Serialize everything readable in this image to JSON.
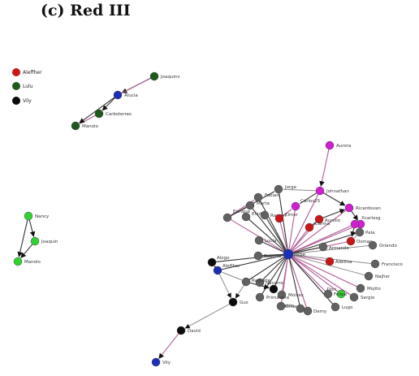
{
  "figure": {
    "title": "(c) Red III"
  },
  "legend": [
    {
      "label": "Aleffher",
      "color": "#c91616"
    },
    {
      "label": "Lulu",
      "color": "#1e5a1e"
    },
    {
      "label": "Vily",
      "color": "#0b0b0b"
    }
  ],
  "colors": {
    "grey": "#616161",
    "black": "#0d0d0d",
    "red": "#c91616",
    "magenta": "#cf1fcf",
    "blue": "#1c2fb8",
    "green": "#33d233",
    "darkgreen": "#1e5a1e",
    "edge_purple": "#b15a96",
    "edge_grey": "#8d8d8d",
    "edge_dark": "#333333"
  },
  "nodes": [
    {
      "id": "joaquinv",
      "label": "Joaquinv",
      "color": "darkgreen"
    },
    {
      "id": "alucia",
      "label": "Alucia",
      "color": "blue"
    },
    {
      "id": "carbsterres",
      "label": "Carbsterres",
      "color": "darkgreen"
    },
    {
      "id": "manolo1",
      "label": "Manolo",
      "color": "darkgreen"
    },
    {
      "id": "nancy",
      "label": "Nancy",
      "color": "green"
    },
    {
      "id": "joaquin",
      "label": "Joaquin",
      "color": "green"
    },
    {
      "id": "manolo2",
      "label": "Manolo",
      "color": "green"
    },
    {
      "id": "aurora",
      "label": "Aurora",
      "color": "magenta"
    },
    {
      "id": "johnathan",
      "label": "Johnathan",
      "color": "magenta"
    },
    {
      "id": "carlos",
      "label": "Carlos25",
      "color": "magenta"
    },
    {
      "id": "ricardo",
      "label": "Ricardovan",
      "color": "magenta"
    },
    {
      "id": "xamaro",
      "label": "",
      "color": "magenta"
    },
    {
      "id": "xcarlosg",
      "label": "Xcarlosg",
      "color": "magenta"
    },
    {
      "id": "jorge",
      "label": "Jorge",
      "color": "grey"
    },
    {
      "id": "fabian",
      "label": "Fabian",
      "color": "grey"
    },
    {
      "id": "marta",
      "label": "Marta",
      "color": "grey"
    },
    {
      "id": "enrique",
      "label": "Enrique",
      "color": "grey"
    },
    {
      "id": "enid",
      "label": "Enid",
      "color": "grey"
    },
    {
      "id": "ramon",
      "label": "Ramon",
      "color": "grey"
    },
    {
      "id": "elmer",
      "label": "Elmer",
      "color": "red"
    },
    {
      "id": "aurelio",
      "label": "Aurelio",
      "color": "red"
    },
    {
      "id": "carma",
      "label": "Carma",
      "color": "red"
    },
    {
      "id": "pala",
      "label": "Pala",
      "color": "grey"
    },
    {
      "id": "osman",
      "label": "Osman",
      "color": "red"
    },
    {
      "id": "armando",
      "label": "Armando",
      "color": "grey"
    },
    {
      "id": "orlando",
      "label": "Orlando",
      "color": "grey"
    },
    {
      "id": "lucia",
      "label": "Lucia",
      "color": "grey"
    },
    {
      "id": "roberto",
      "label": "Roberto",
      "color": "grey"
    },
    {
      "id": "hub",
      "label": "Jorge",
      "color": "blue"
    },
    {
      "id": "adelina",
      "label": "Adelina",
      "color": "red"
    },
    {
      "id": "francisco",
      "label": "Francisco",
      "color": "grey"
    },
    {
      "id": "najher",
      "label": "Najher",
      "color": "grey"
    },
    {
      "id": "mojito",
      "label": "Mojito",
      "color": "grey"
    },
    {
      "id": "sergio",
      "label": "Sergio",
      "color": "grey"
    },
    {
      "id": "dori",
      "label": "Dori",
      "color": "green"
    },
    {
      "id": "felipe",
      "label": "Felipe",
      "color": "grey"
    },
    {
      "id": "lugo",
      "label": "Lugo",
      "color": "grey"
    },
    {
      "id": "demy",
      "label": "Demy",
      "color": "grey"
    },
    {
      "id": "pablo",
      "label": "Pablo",
      "color": "grey"
    },
    {
      "id": "omar",
      "label": "Omar",
      "color": "grey"
    },
    {
      "id": "moises",
      "label": "Moises",
      "color": "grey"
    },
    {
      "id": "primavera",
      "label": "Primavera",
      "color": "grey"
    },
    {
      "id": "navarro",
      "label": "Navarro",
      "color": "grey"
    },
    {
      "id": "ravi",
      "label": "",
      "color": "black"
    },
    {
      "id": "raquel",
      "label": "Raquete",
      "color": "grey"
    },
    {
      "id": "alogo",
      "label": "Alogo",
      "color": "black"
    },
    {
      "id": "aleffher",
      "label": "Aleffher",
      "color": "blue"
    },
    {
      "id": "gus",
      "label": "Gus",
      "color": "black"
    },
    {
      "id": "david",
      "label": "David",
      "color": "black"
    },
    {
      "id": "vily",
      "label": "Vily",
      "color": "blue"
    }
  ],
  "edges": [
    {
      "from": "joaquinv",
      "to": "alucia",
      "color": "edge_dark",
      "arrow": true
    },
    {
      "from": "alucia",
      "to": "joaquinv",
      "color": "edge_purple",
      "arrow": false
    },
    {
      "from": "alucia",
      "to": "carbsterres",
      "color": "edge_dark",
      "arrow": true
    },
    {
      "from": "carbsterres",
      "to": "manolo1",
      "color": "edge_purple",
      "arrow": false
    },
    {
      "from": "alucia",
      "to": "manolo1",
      "color": "edge_dark",
      "arrow": true
    },
    {
      "from": "nancy",
      "to": "joaquin",
      "color": "edge_dark",
      "arrow": true
    },
    {
      "from": "joaquin",
      "to": "manolo2",
      "color": "edge_dark",
      "arrow": true
    },
    {
      "from": "nancy",
      "to": "manolo2",
      "color": "edge_dark",
      "arrow": true
    },
    {
      "from": "aurora",
      "to": "johnathan",
      "color": "edge_purple",
      "arrow": true
    },
    {
      "from": "johnathan",
      "to": "hub",
      "color": "edge_purple",
      "arrow": false
    },
    {
      "from": "johnathan",
      "to": "ricardo",
      "color": "edge_dark",
      "arrow": true
    },
    {
      "from": "johnathan",
      "to": "carlos",
      "color": "edge_dark",
      "arrow": false
    },
    {
      "from": "johnathan",
      "to": "jorge",
      "color": "edge_grey",
      "arrow": false
    },
    {
      "from": "carlos",
      "to": "hub",
      "color": "edge_purple",
      "arrow": false
    },
    {
      "from": "ricardo",
      "to": "hub",
      "color": "edge_purple",
      "arrow": false
    },
    {
      "from": "xamaro",
      "to": "hub",
      "color": "edge_purple",
      "arrow": false
    },
    {
      "from": "xcarlosg",
      "to": "hub",
      "color": "edge_purple",
      "arrow": false
    },
    {
      "from": "jorge",
      "to": "hub",
      "color": "edge_dark",
      "arrow": false
    },
    {
      "from": "fabian",
      "to": "hub",
      "color": "edge_dark",
      "arrow": false
    },
    {
      "from": "marta",
      "to": "hub",
      "color": "edge_dark",
      "arrow": false
    },
    {
      "from": "enrique",
      "to": "hub",
      "color": "edge_purple",
      "arrow": false
    },
    {
      "from": "enid",
      "to": "hub",
      "color": "edge_dark",
      "arrow": false
    },
    {
      "from": "ramon",
      "to": "hub",
      "color": "edge_dark",
      "arrow": false
    },
    {
      "from": "elmer",
      "to": "hub",
      "color": "edge_purple",
      "arrow": false
    },
    {
      "from": "aurelio",
      "to": "hub",
      "color": "edge_purple",
      "arrow": false
    },
    {
      "from": "carma",
      "to": "hub",
      "color": "edge_purple",
      "arrow": false
    },
    {
      "from": "pala",
      "to": "hub",
      "color": "edge_dark",
      "arrow": false
    },
    {
      "from": "osman",
      "to": "hub",
      "color": "edge_purple",
      "arrow": false
    },
    {
      "from": "armando",
      "to": "hub",
      "color": "edge_dark",
      "arrow": false
    },
    {
      "from": "orlando",
      "to": "hub",
      "color": "edge_grey",
      "arrow": false
    },
    {
      "from": "lucia",
      "to": "hub",
      "color": "edge_dark",
      "arrow": false
    },
    {
      "from": "roberto",
      "to": "hub",
      "color": "edge_dark",
      "arrow": false
    },
    {
      "from": "adelina",
      "to": "hub",
      "color": "edge_purple",
      "arrow": false
    },
    {
      "from": "francisco",
      "to": "hub",
      "color": "edge_grey",
      "arrow": false
    },
    {
      "from": "najher",
      "to": "hub",
      "color": "edge_grey",
      "arrow": false
    },
    {
      "from": "mojito",
      "to": "hub",
      "color": "edge_purple",
      "arrow": false
    },
    {
      "from": "sergio",
      "to": "hub",
      "color": "edge_purple",
      "arrow": false
    },
    {
      "from": "dori",
      "to": "hub",
      "color": "edge_purple",
      "arrow": false
    },
    {
      "from": "felipe",
      "to": "hub",
      "color": "edge_purple",
      "arrow": false
    },
    {
      "from": "lugo",
      "to": "hub",
      "color": "edge_dark",
      "arrow": false
    },
    {
      "from": "demy",
      "to": "hub",
      "color": "edge_purple",
      "arrow": false
    },
    {
      "from": "pablo",
      "to": "hub",
      "color": "edge_dark",
      "arrow": false
    },
    {
      "from": "omar",
      "to": "hub",
      "color": "edge_purple",
      "arrow": false
    },
    {
      "from": "moises",
      "to": "hub",
      "color": "edge_purple",
      "arrow": false
    },
    {
      "from": "primavera",
      "to": "hub",
      "color": "edge_dark",
      "arrow": false
    },
    {
      "from": "navarro",
      "to": "hub",
      "color": "edge_dark",
      "arrow": false
    },
    {
      "from": "ravi",
      "to": "hub",
      "color": "edge_dark",
      "arrow": false
    },
    {
      "from": "raquel",
      "to": "hub",
      "color": "edge_dark",
      "arrow": false
    },
    {
      "from": "alogo",
      "to": "hub",
      "color": "edge_dark",
      "arrow": false
    },
    {
      "from": "aleffher",
      "to": "hub",
      "color": "edge_dark",
      "arrow": false
    },
    {
      "from": "enrique",
      "to": "fabian",
      "color": "edge_purple",
      "arrow": false
    },
    {
      "from": "enrique",
      "to": "marta",
      "color": "edge_dark",
      "arrow": false
    },
    {
      "from": "enrique",
      "to": "jorge",
      "color": "edge_dark",
      "arrow": false
    },
    {
      "from": "elmer",
      "to": "carlos",
      "color": "edge_purple",
      "arrow": false
    },
    {
      "from": "carma",
      "to": "aurelio",
      "color": "edge_dark",
      "arrow": false
    },
    {
      "from": "aurelio",
      "to": "ricardo",
      "color": "edge_dark",
      "arrow": true
    },
    {
      "from": "ricardo",
      "to": "xamaro",
      "color": "edge_dark",
      "arrow": true
    },
    {
      "from": "xcarlosg",
      "to": "osman",
      "color": "edge_dark",
      "arrow": true
    },
    {
      "from": "pala",
      "to": "osman",
      "color": "edge_grey",
      "arrow": false
    },
    {
      "from": "aleffher",
      "to": "alogo",
      "color": "edge_dark",
      "arrow": true
    },
    {
      "from": "aleffher",
      "to": "gus",
      "color": "edge_grey",
      "arrow": true
    },
    {
      "from": "raquel",
      "to": "gus",
      "color": "edge_grey",
      "arrow": true
    },
    {
      "from": "raquel",
      "to": "ravi",
      "color": "edge_dark",
      "arrow": true
    },
    {
      "from": "raquel",
      "to": "aleffher",
      "color": "edge_grey",
      "arrow": false
    },
    {
      "from": "gus",
      "to": "david",
      "color": "edge_grey",
      "arrow": true
    },
    {
      "from": "david",
      "to": "vily",
      "color": "edge_purple",
      "arrow": true
    }
  ]
}
